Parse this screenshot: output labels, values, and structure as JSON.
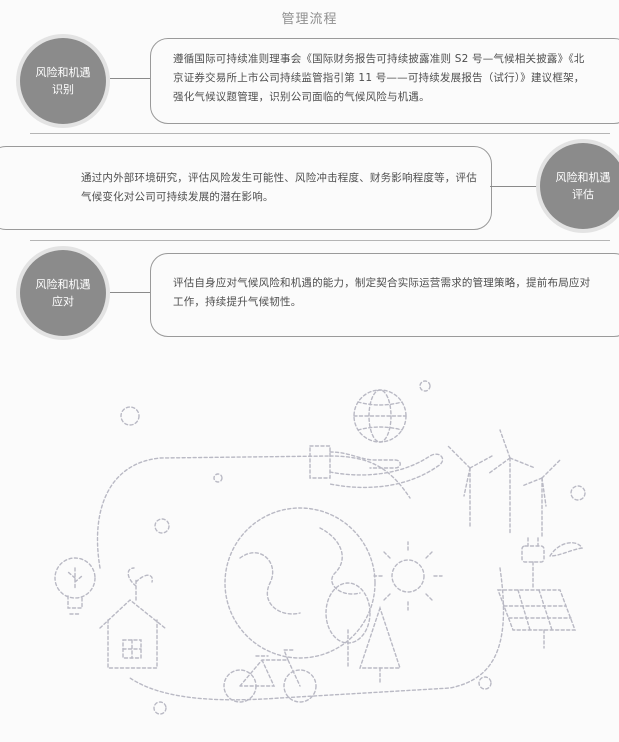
{
  "page": {
    "title": "管理流程"
  },
  "steps": [
    {
      "label_line1": "风险和机遇",
      "label_line2": "识别",
      "description": "遵循国际可持续准则理事会《国际财务报告可持续披露准则 S2 号—气候相关披露》《北京证券交易所上市公司持续监管指引第 11 号——可持续发展报告（试行）》建议框架，强化气候议题管理，识别公司面临的气候风险与机遇。"
    },
    {
      "label_line1": "风险和机遇",
      "label_line2": "评估",
      "description": "通过内外部环境研究，评估风险发生可能性、风险冲击程度、财务影响程度等，评估气候变化对公司可持续发展的潜在影响。"
    },
    {
      "label_line1": "风险和机遇",
      "label_line2": "应对",
      "description": "评估自身应对气候风险和机遇的能力，制定契合实际运营需求的管理策略，提前布局应对工作，持续提升气候韧性。"
    }
  ],
  "colors": {
    "circle": "#8b8b8b",
    "circle_ring": "#e3e3e3",
    "line": "#8a8a8a",
    "illustration": "#b9b9c4"
  }
}
